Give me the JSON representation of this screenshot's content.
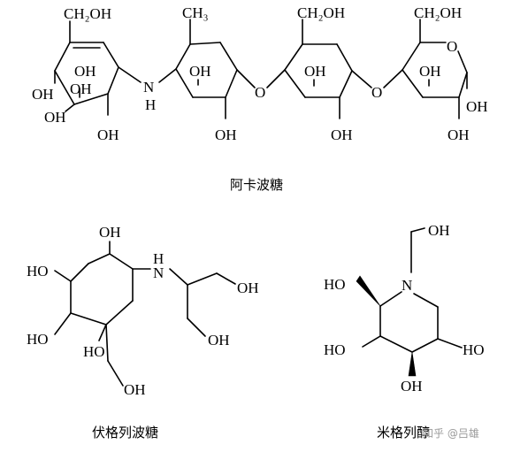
{
  "molecules": {
    "acarbose": {
      "caption": "阿卡波糖",
      "labels": {
        "ch2oh_1": "CH₂OH",
        "ch3": "CH₃",
        "ch2oh_3": "CH₂OH",
        "ch2oh_4": "CH₂OH",
        "oh_r1_inner": "OH",
        "oh_r1_left": "OH",
        "oh_r1_inner2": "OH",
        "oh_r1_bottom_left": "OH",
        "oh_r1_bottom": "OH",
        "nh_n": "N",
        "nh_h": "H",
        "oh_r2_inner": "OH",
        "oh_r2_bottom": "OH",
        "o_link_1": "O",
        "oh_r3_inner": "OH",
        "oh_r3_bottom": "OH",
        "o_link_2": "O",
        "o_ring_4": "O",
        "oh_r4_inner": "OH",
        "oh_r4_right": "OH",
        "oh_r4_bottom": "OH"
      }
    },
    "voglibose": {
      "caption": "伏格列波糖",
      "labels": {
        "oh_top": "OH",
        "ho_upper_left": "HO",
        "ho_lower_left": "HO",
        "nh_h": "H",
        "nh_n": "N",
        "oh_right_upper": "OH",
        "oh_right_lower": "OH",
        "ho_quaternary": "HO",
        "oh_ch2oh": "OH"
      }
    },
    "miglitol": {
      "caption": "米格列醇",
      "labels": {
        "oh_top": "OH",
        "n_ring": "N",
        "ho_upper_left": "HO",
        "ho_lower_left": "HO",
        "ho_right": "HO",
        "oh_bottom": "OH"
      }
    }
  },
  "watermark": "知乎 @吕雄"
}
